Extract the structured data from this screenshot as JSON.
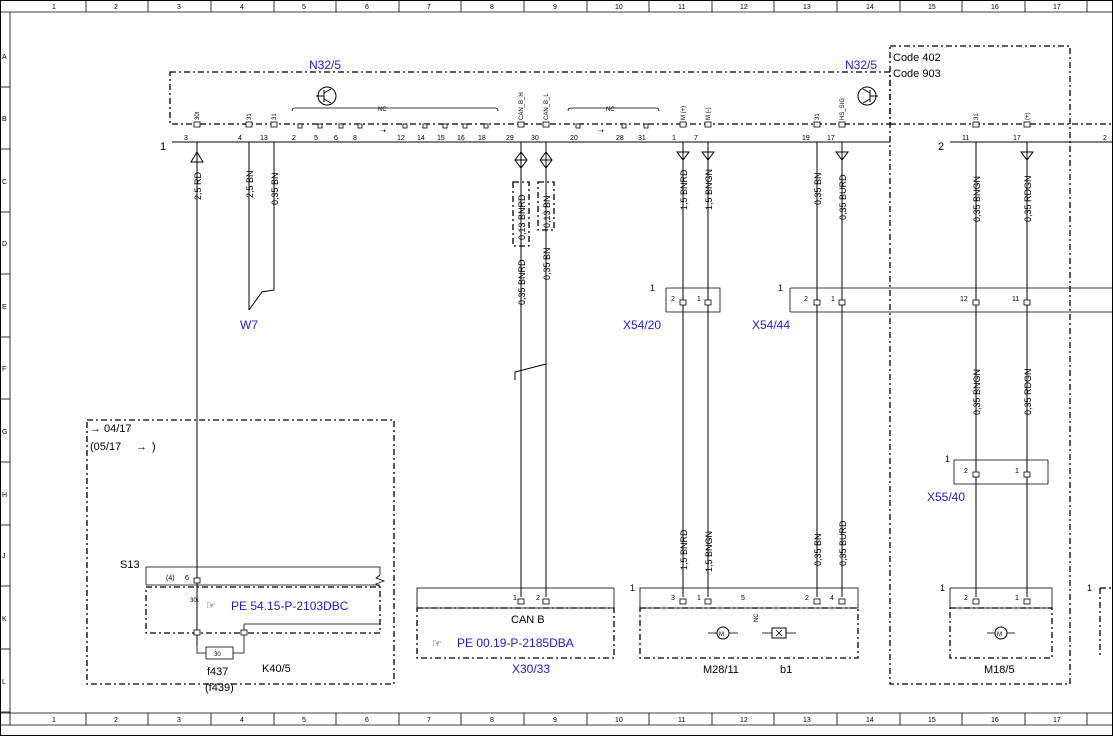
{
  "grid": {
    "columns": [
      "1",
      "2",
      "3",
      "4",
      "5",
      "6",
      "7",
      "8",
      "9",
      "10",
      "11",
      "12",
      "13",
      "14",
      "15",
      "16",
      "17"
    ],
    "rows": [
      "A",
      "B",
      "C",
      "D",
      "E",
      "F",
      "G",
      "H",
      "J",
      "K",
      "L"
    ]
  },
  "components": {
    "n32_left": "N32/5",
    "n32_right": "N32/5",
    "code_402": "Code 402",
    "code_903": "Code 903",
    "nc_1": "NC",
    "nc_2": "NC",
    "nc_3": "NC",
    "connector_1": "1",
    "connector_2": "2",
    "w7": "W7",
    "x54_20": "X54/20",
    "x54_44": "X54/44",
    "x55_40": "X55/40",
    "x30_33": "X30/33",
    "can_b": "CAN B",
    "m28_11": "M28/11",
    "b1": "b1",
    "m18_5": "M18/5",
    "k40_5": "K40/5",
    "s13": "S13",
    "f437": "f437",
    "f439": "(f439)",
    "fuse_30": "30",
    "date_from": "04/17",
    "date_until": "(05/17",
    "date_until_close": ")",
    "pe_k40": "PE 54.15-P-2103DBC",
    "pe_x30": "PE 00.19-P-2185DBA",
    "s13_pin_4": "(4)",
    "s13_pin_6": "6",
    "k40_pin_30t": "30t"
  },
  "top_pins": [
    "3",
    "4",
    "13",
    "2",
    "5",
    "6",
    "8",
    "12",
    "14",
    "15",
    "16",
    "18",
    "29",
    "30",
    "20",
    "28",
    "31",
    "1",
    "7",
    "19",
    "17"
  ],
  "top_pin_labels": [
    "30t",
    "31",
    "31",
    "CAN_B_H",
    "CAN_B_L",
    "M (+)",
    "M (-)",
    "31",
    "HS_SIG"
  ],
  "right_pins": [
    "11",
    "17",
    "2"
  ],
  "right_pin_labels": [
    "31",
    "(+)"
  ],
  "wires": {
    "w_3": "2,5 RD",
    "w_4": "2,5 BN",
    "w_13": "0,35 BN",
    "w_29a": "0,13 BNRD",
    "w_30a": "0,13 BN",
    "w_29b": "0,35 BNRD",
    "w_30b": "0,35 BN",
    "w_1a": "1,5 BNRD",
    "w_7a": "1,5 BNGN",
    "w_19a": "0,35 BN",
    "w_17a": "0,35 BURD",
    "w_11a": "0,35 BNGN",
    "w_17ra": "0,35 RDGN",
    "w_11b": "0,35 BNGN",
    "w_17rb": "0,35 RDGN",
    "w_1b": "1,5 BNRD",
    "w_7b": "1,5 BNGN",
    "w_19b": "0,35 BN",
    "w_17b": "0,35 BURD"
  },
  "connector_pins": {
    "x54_20": [
      "2",
      "1"
    ],
    "x54_44": [
      "2",
      "1",
      "12",
      "11"
    ],
    "x55_40": [
      "2",
      "1"
    ],
    "x30_33": [
      "1",
      "2"
    ],
    "m28_11": [
      "3",
      "1",
      "5",
      "2",
      "4"
    ],
    "m18_5": [
      "2",
      "1"
    ]
  },
  "nc_small": "NC"
}
